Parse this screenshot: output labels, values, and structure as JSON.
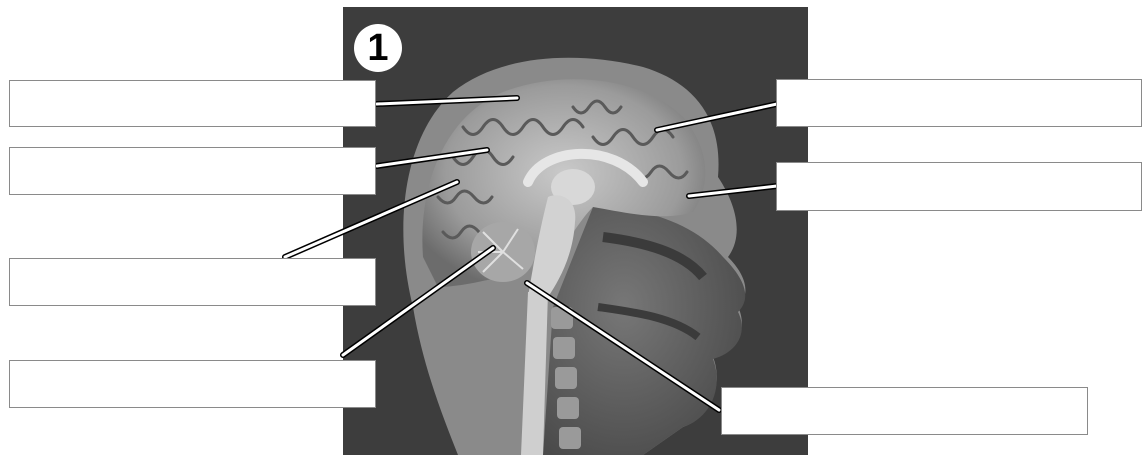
{
  "figure": {
    "number_badge": "1",
    "image_subject": "mri-sagittal-head"
  },
  "label_boxes": [
    {
      "id": "box-left-1",
      "text": ""
    },
    {
      "id": "box-left-2",
      "text": ""
    },
    {
      "id": "box-left-3",
      "text": ""
    },
    {
      "id": "box-left-4",
      "text": ""
    },
    {
      "id": "box-right-1",
      "text": ""
    },
    {
      "id": "box-right-2",
      "text": ""
    },
    {
      "id": "box-right-3",
      "text": ""
    }
  ],
  "colors": {
    "panel_background": "#3d3d3d",
    "leader_line": "#ffffff",
    "box_border": "#8a8a8a"
  }
}
